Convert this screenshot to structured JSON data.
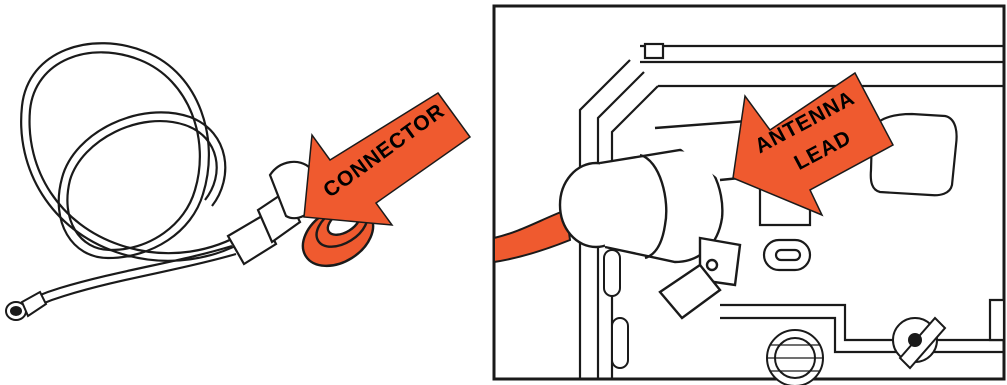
{
  "left_panel": {
    "arrow_label": "CONNECTOR"
  },
  "right_panel": {
    "arrow_label_line1": "ANTENNA",
    "arrow_label_line2": "LEAD"
  },
  "colors": {
    "callout": "#ef5a2f",
    "line": "#1a1a1a",
    "paper": "#ffffff"
  }
}
